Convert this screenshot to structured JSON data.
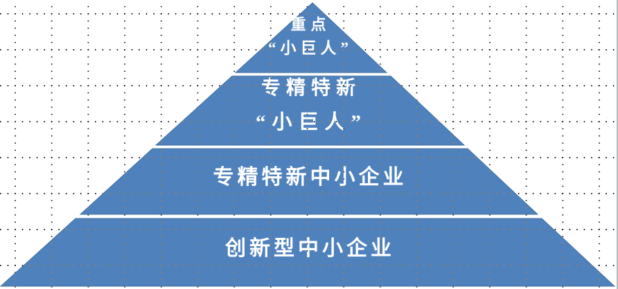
{
  "pyramid": {
    "fill_color": "#4F81BD",
    "border_color": "#41719C",
    "text_color": "#FFFFFF",
    "tiers": [
      {
        "level": 1,
        "line1": "重点",
        "line2": "“小巨人”"
      },
      {
        "level": 2,
        "line1": "专精特新",
        "line2": "“小巨人”"
      },
      {
        "level": 3,
        "line1": "专精特新中小企业"
      },
      {
        "level": 4,
        "line1": "创新型中小企业"
      }
    ]
  },
  "background": {
    "paper_color": "#FFFFFF",
    "grid_style": "dotted-grid"
  }
}
